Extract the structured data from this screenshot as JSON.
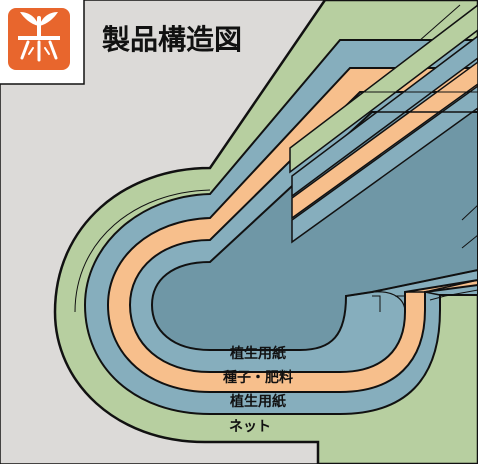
{
  "title": "製品構造図",
  "logo": {
    "icon": "sprout-roots-logo-icon",
    "color": "#e8662d"
  },
  "colors": {
    "background": "#dcdad8",
    "outline": "#111111",
    "net": "#b7cfa0",
    "planting_paper": "#86aebd",
    "seed_fertilizer": "#f7bf8c",
    "core": "#6f97a6"
  },
  "layers": [
    {
      "label": "植生用紙"
    },
    {
      "label": "種子・肥料"
    },
    {
      "label": "植生用紙"
    },
    {
      "label": "ネット"
    }
  ]
}
